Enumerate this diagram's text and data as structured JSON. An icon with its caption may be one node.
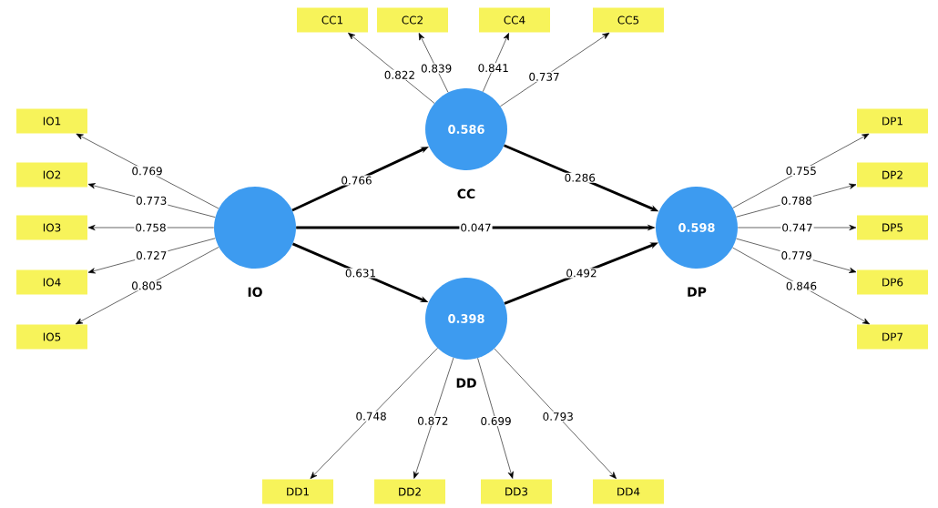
{
  "diagram": {
    "nodes": [
      {
        "text": [
          "IO"
        ]
      },
      {
        "text": [
          "0.586",
          "CC"
        ]
      },
      {
        "text": [
          "0.398",
          "DD"
        ]
      },
      {
        "text": [
          "0.598",
          "DP"
        ]
      },
      {
        "text": [
          "CC1"
        ]
      },
      {
        "text": [
          "CC2"
        ]
      },
      {
        "text": [
          "CC4"
        ]
      },
      {
        "text": [
          "CC5"
        ]
      },
      {
        "text": [
          "IO1"
        ]
      },
      {
        "text": [
          "IO2"
        ]
      },
      {
        "text": [
          "IO3"
        ]
      },
      {
        "text": [
          "IO4"
        ]
      },
      {
        "text": [
          "IO5"
        ]
      },
      {
        "text": [
          "DP1"
        ]
      },
      {
        "text": [
          "DP2"
        ]
      },
      {
        "text": [
          "DP5"
        ]
      },
      {
        "text": [
          "DP6"
        ]
      },
      {
        "text": [
          "DP7"
        ]
      },
      {
        "text": [
          "DD1"
        ]
      },
      {
        "text": [
          "DD2"
        ]
      },
      {
        "text": [
          "DD3"
        ]
      },
      {
        "text": [
          "DD4"
        ]
      }
    ],
    "edges": [
      {
        "from": 0,
        "to": 1,
        "arrow": "to",
        "label": "0.766",
        "style": "thick"
      },
      {
        "from": 0,
        "to": 3,
        "arrow": "to",
        "label": "0.047",
        "style": "thick"
      },
      {
        "from": 0,
        "to": 2,
        "arrow": "to",
        "label": "0.631",
        "style": "thick"
      },
      {
        "from": 1,
        "to": 3,
        "arrow": "to",
        "label": "0.286",
        "style": "thick"
      },
      {
        "from": 2,
        "to": 3,
        "arrow": "to",
        "label": "0.492",
        "style": "thick"
      },
      {
        "from": 1,
        "to": 4,
        "arrow": "to",
        "label": "0.822"
      },
      {
        "from": 1,
        "to": 5,
        "arrow": "to",
        "label": "0.839"
      },
      {
        "from": 1,
        "to": 6,
        "arrow": "to",
        "label": "0.841"
      },
      {
        "from": 1,
        "to": 7,
        "arrow": "to",
        "label": "0.737"
      },
      {
        "from": 0,
        "to": 8,
        "arrow": "to",
        "label": "0.769"
      },
      {
        "from": 0,
        "to": 9,
        "arrow": "to",
        "label": "0.773"
      },
      {
        "from": 0,
        "to": 10,
        "arrow": "to",
        "label": "0.758"
      },
      {
        "from": 0,
        "to": 11,
        "arrow": "to",
        "label": "0.727"
      },
      {
        "from": 0,
        "to": 12,
        "arrow": "to",
        "label": "0.805"
      },
      {
        "from": 3,
        "to": 13,
        "arrow": "to",
        "label": "0.755"
      },
      {
        "from": 3,
        "to": 14,
        "arrow": "to",
        "label": "0.788"
      },
      {
        "from": 3,
        "to": 15,
        "arrow": "to",
        "label": "0.747"
      },
      {
        "from": 3,
        "to": 16,
        "arrow": "to",
        "label": "0.779"
      },
      {
        "from": 3,
        "to": 17,
        "arrow": "to",
        "label": "0.846"
      },
      {
        "from": 2,
        "to": 18,
        "arrow": "to",
        "label": "0.748"
      },
      {
        "from": 2,
        "to": 19,
        "arrow": "to",
        "label": "0.872"
      },
      {
        "from": 2,
        "to": 20,
        "arrow": "to",
        "label": "0.699"
      },
      {
        "from": 2,
        "to": 21,
        "arrow": "to",
        "label": "0.793"
      }
    ]
  }
}
